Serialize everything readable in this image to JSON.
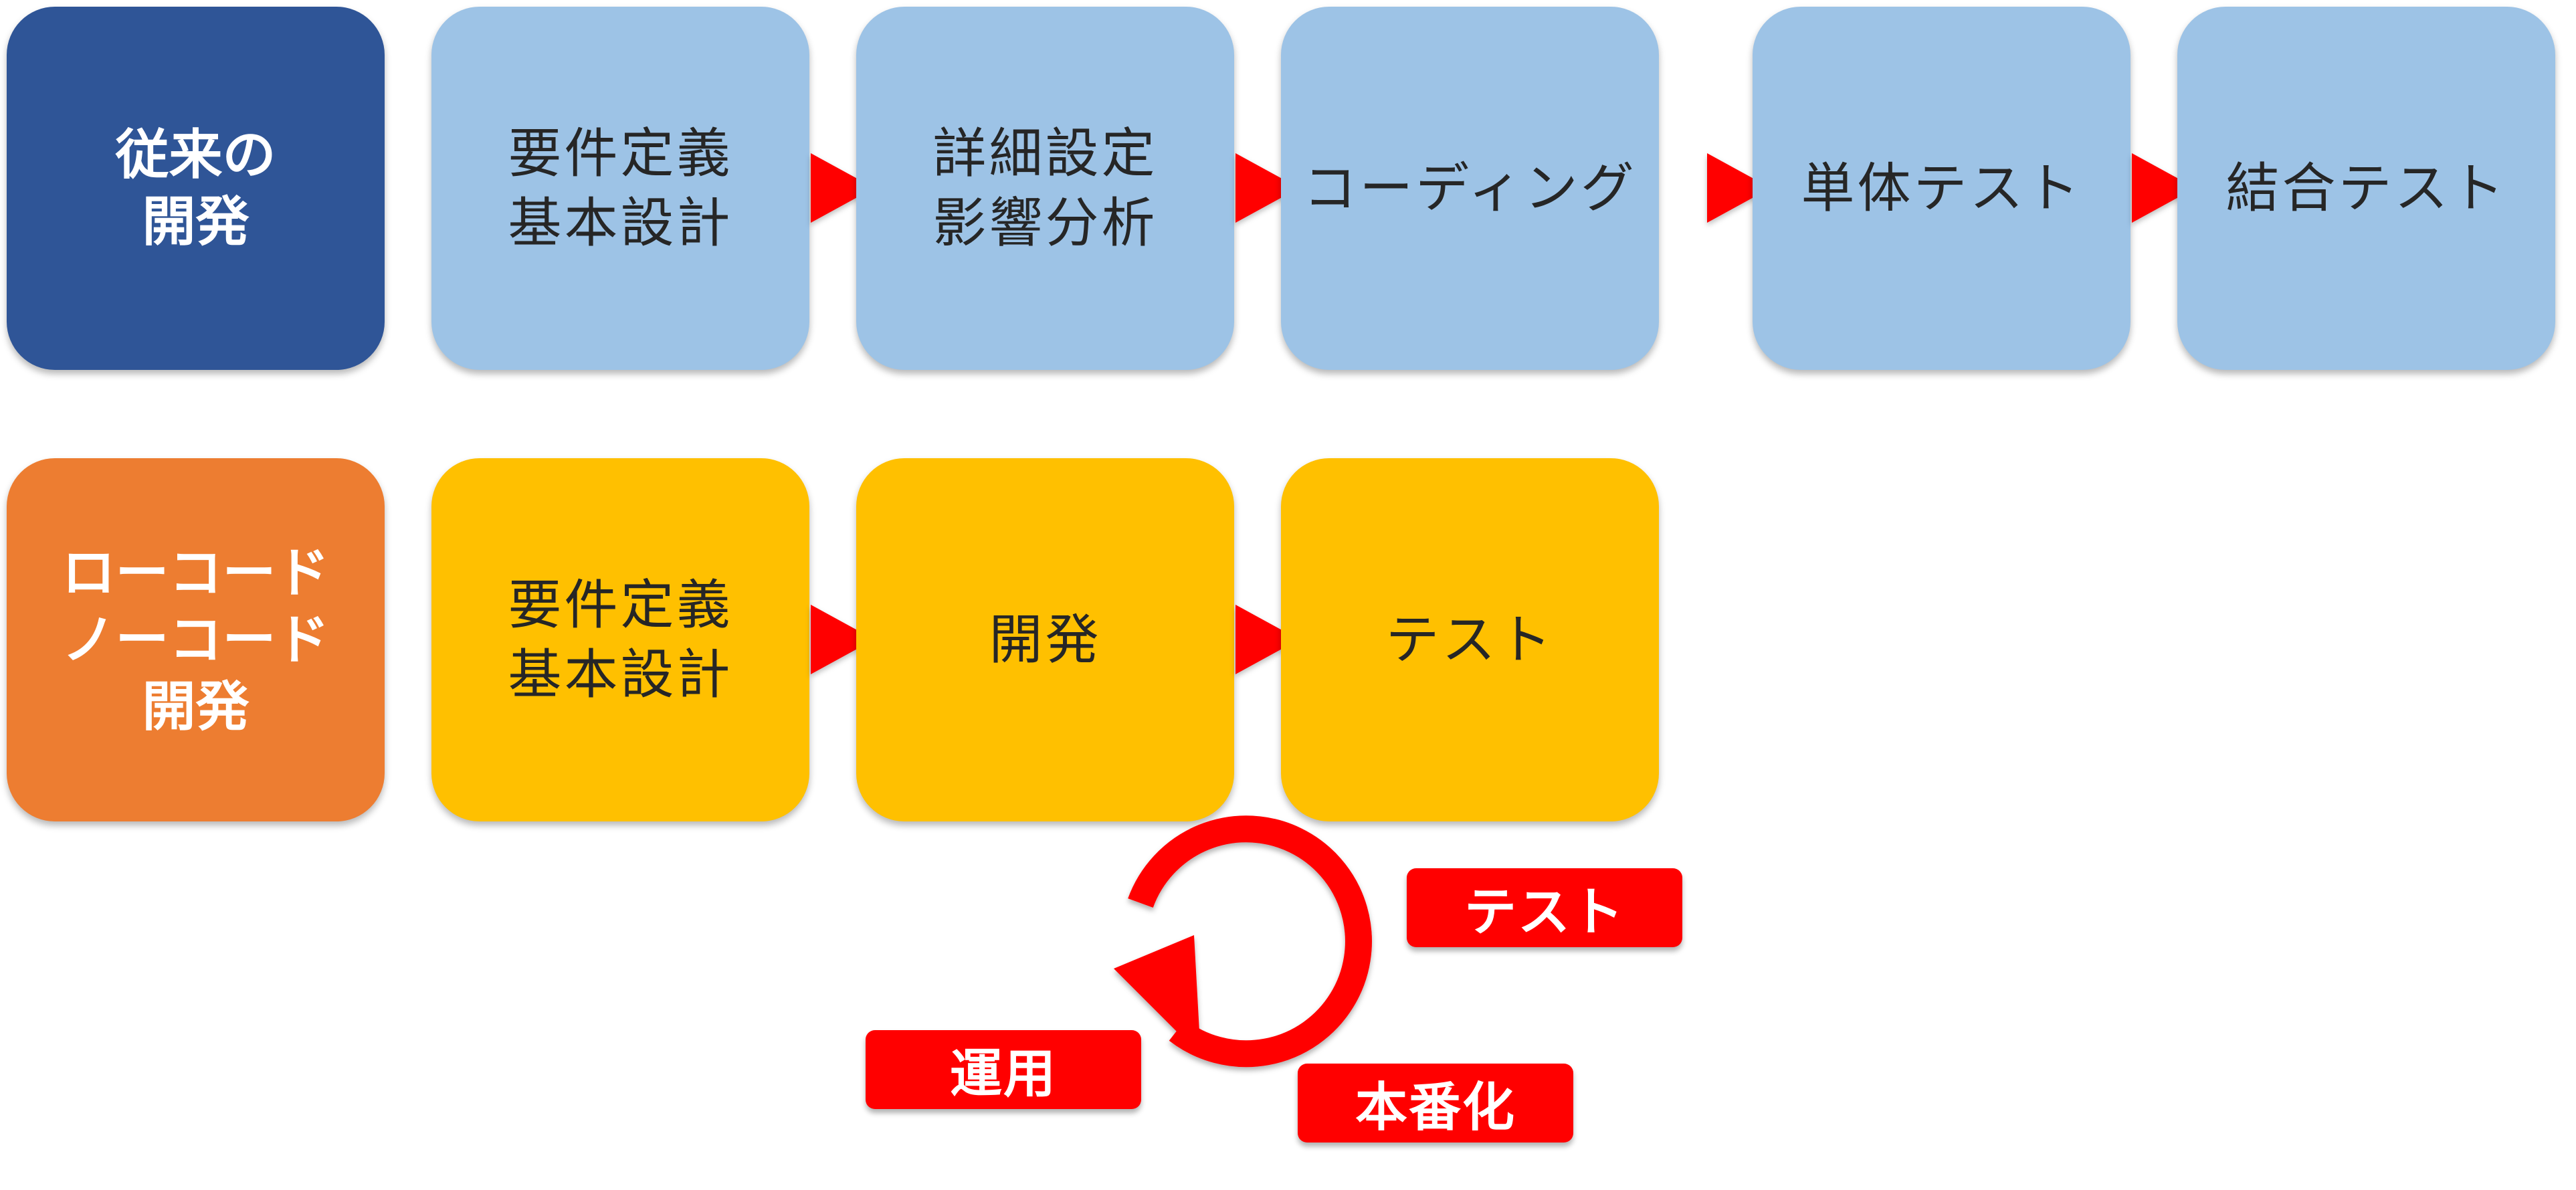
{
  "traditional": {
    "label_lines": [
      "従来の",
      "開発"
    ],
    "steps": [
      {
        "lines": [
          "要件定義",
          "基本設計"
        ]
      },
      {
        "lines": [
          "詳細設定",
          "影響分析"
        ]
      },
      {
        "lines": [
          "コーディング"
        ]
      },
      {
        "lines": [
          "単体テスト"
        ]
      },
      {
        "lines": [
          "結合テスト"
        ]
      }
    ]
  },
  "lowcode": {
    "label_lines": [
      "ローコード",
      "ノーコード",
      "開発"
    ],
    "steps": [
      {
        "lines": [
          "要件定義",
          "基本設計"
        ]
      },
      {
        "lines": [
          "開発"
        ]
      },
      {
        "lines": [
          "テスト"
        ]
      }
    ]
  },
  "cycle": {
    "tags": {
      "test": "テスト",
      "release": "本番化",
      "operation": "運用"
    }
  },
  "colors": {
    "traditional_label": "#2f5597",
    "traditional_step": "#9dc3e6",
    "lowcode_label": "#ed7d31",
    "lowcode_step": "#ffc000",
    "accent": "#ff0000"
  }
}
